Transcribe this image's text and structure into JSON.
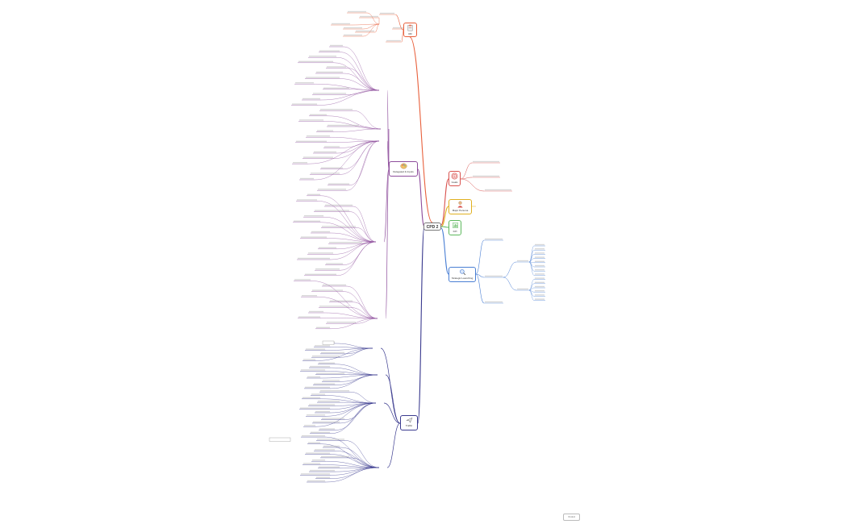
{
  "root": {
    "label": "CPD 2"
  },
  "badge": {
    "label": "Xmind"
  },
  "colors": {
    "orange": "#e8603c",
    "purple": "#8e4d9c",
    "red": "#d9534f",
    "yellow": "#e0b020",
    "green": "#5cb85c",
    "blue": "#4a7fd4",
    "navy": "#3b3b8f",
    "faint": "#b8b8b8"
  },
  "branches": {
    "top": {
      "label": "RR",
      "icon": "clipboard-icon"
    },
    "left_upper": {
      "label": "Delegated & Inputs",
      "icon": "palette-icon"
    },
    "left_lower": {
      "label": "Traffic",
      "icon": "plane-icon"
    },
    "goals": {
      "label": "Goals",
      "icon": "target-icon"
    },
    "major_persona": {
      "label": "Major Persona",
      "icon": "person-icon"
    },
    "kpi": {
      "label": "KPI",
      "icon": "chart-icon"
    },
    "strategy": {
      "label": "Strategic Launching",
      "icon": "magnifier-icon"
    }
  }
}
